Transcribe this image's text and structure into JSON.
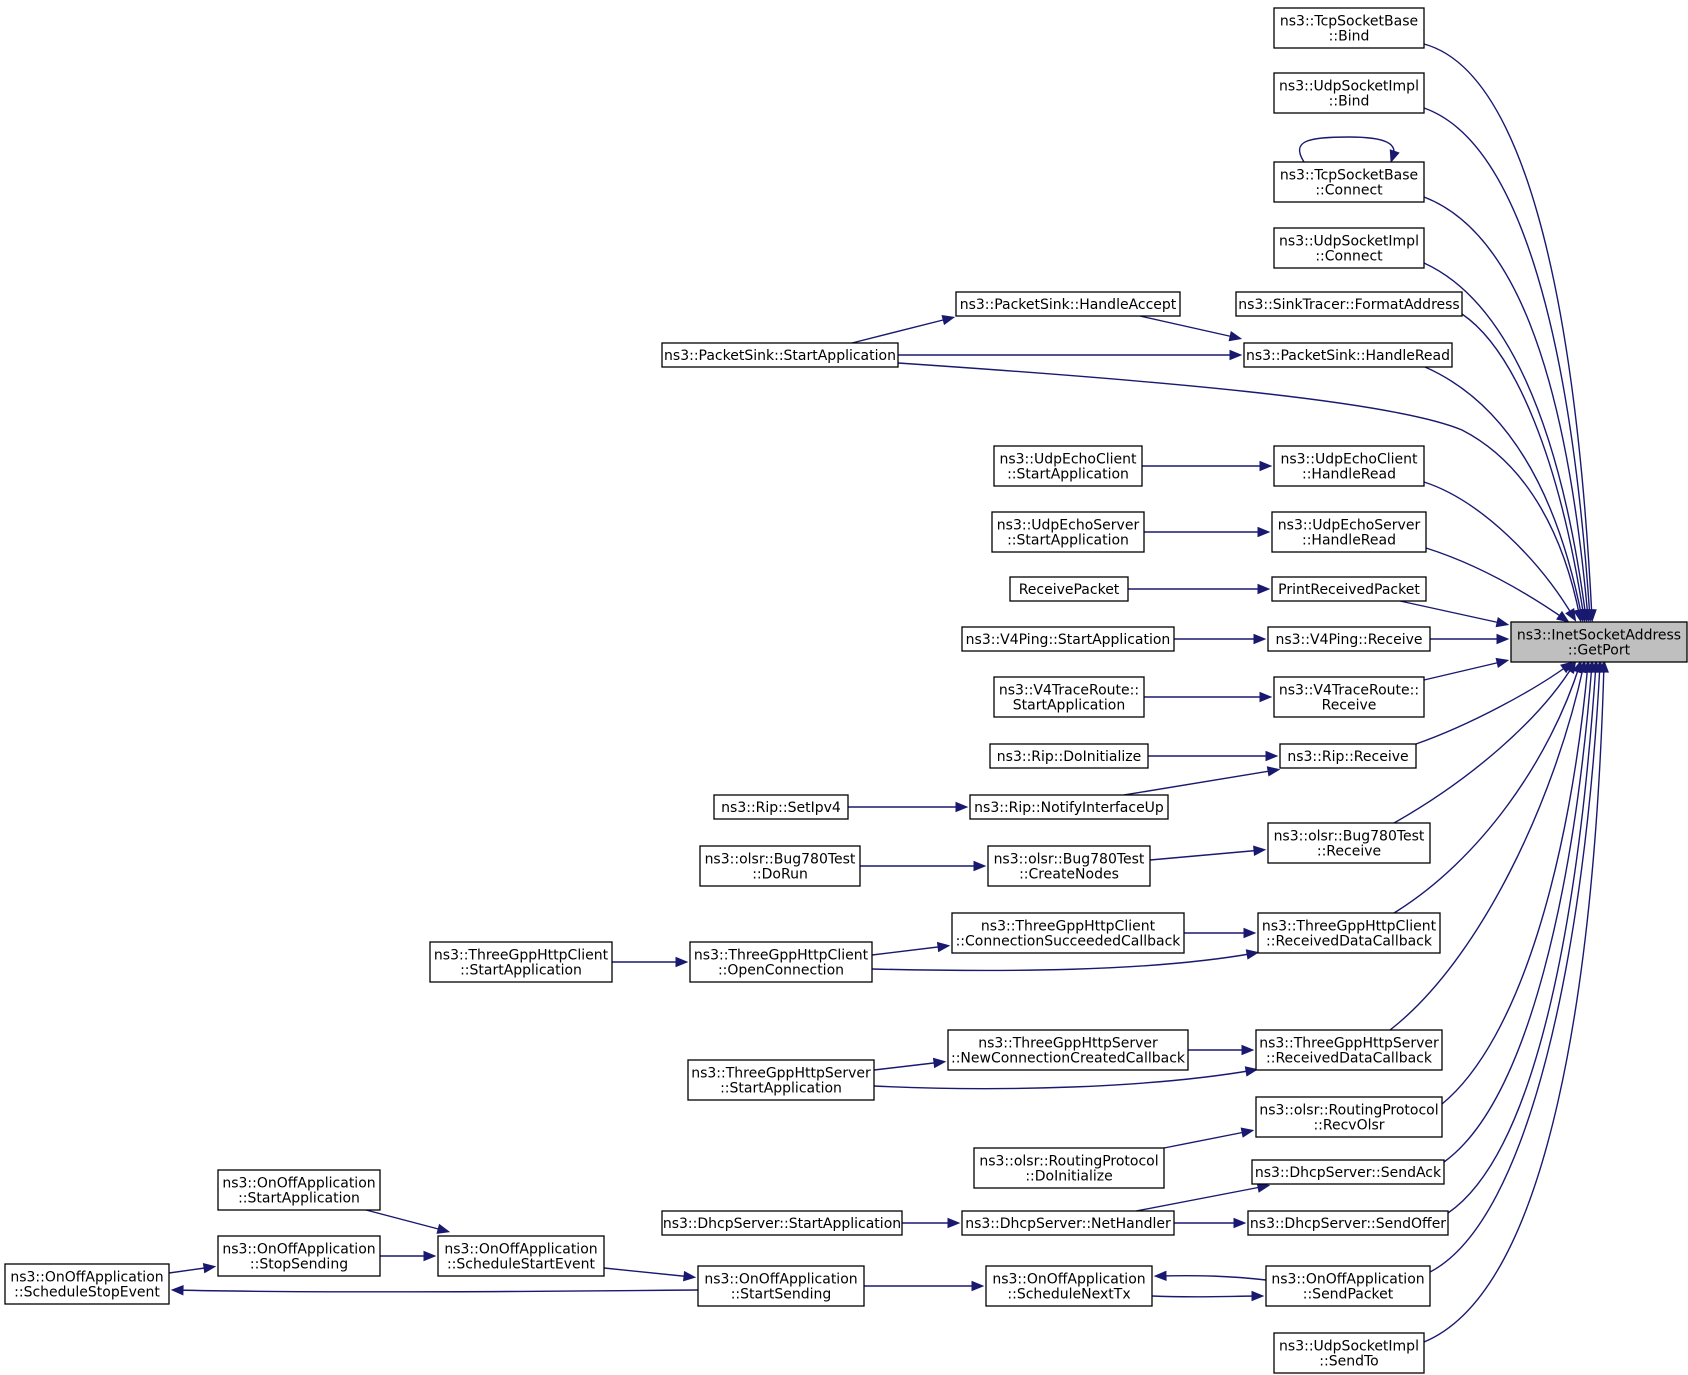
{
  "diagram": {
    "type": "doxygen-caller-graph",
    "colors": {
      "edge": "#191970",
      "root_fill": "#bfbfbf",
      "node_fill": "#ffffff",
      "border": "#000000"
    },
    "nodes": [
      {
        "id": "getport",
        "lines": [
          "ns3::InetSocketAddress",
          "::GetPort"
        ],
        "root": true
      },
      {
        "id": "tcpbind",
        "lines": [
          "ns3::TcpSocketBase",
          "::Bind"
        ]
      },
      {
        "id": "udpbind",
        "lines": [
          "ns3::UdpSocketImpl",
          "::Bind"
        ]
      },
      {
        "id": "tcpconnect",
        "lines": [
          "ns3::TcpSocketBase",
          "::Connect"
        ]
      },
      {
        "id": "udpconnect",
        "lines": [
          "ns3::UdpSocketImpl",
          "::Connect"
        ]
      },
      {
        "id": "sinkformat",
        "lines": [
          "ns3::SinkTracer::FormatAddress"
        ]
      },
      {
        "id": "pshandleaccept",
        "lines": [
          "ns3::PacketSink::HandleAccept"
        ]
      },
      {
        "id": "psstartapp",
        "lines": [
          "ns3::PacketSink::StartApplication"
        ]
      },
      {
        "id": "pshandleread",
        "lines": [
          "ns3::PacketSink::HandleRead"
        ]
      },
      {
        "id": "uecstart",
        "lines": [
          "ns3::UdpEchoClient",
          "::StartApplication"
        ]
      },
      {
        "id": "uechandle",
        "lines": [
          "ns3::UdpEchoClient",
          "::HandleRead"
        ]
      },
      {
        "id": "uesstart",
        "lines": [
          "ns3::UdpEchoServer",
          "::StartApplication"
        ]
      },
      {
        "id": "ueshandle",
        "lines": [
          "ns3::UdpEchoServer",
          "::HandleRead"
        ]
      },
      {
        "id": "receivepacket",
        "lines": [
          "ReceivePacket"
        ]
      },
      {
        "id": "printreceived",
        "lines": [
          "PrintReceivedPacket"
        ]
      },
      {
        "id": "v4pingstart",
        "lines": [
          "ns3::V4Ping::StartApplication"
        ]
      },
      {
        "id": "v4pingrecv",
        "lines": [
          "ns3::V4Ping::Receive"
        ]
      },
      {
        "id": "v4trstart",
        "lines": [
          "ns3::V4TraceRoute::",
          "StartApplication"
        ]
      },
      {
        "id": "v4trrecv",
        "lines": [
          "ns3::V4TraceRoute::",
          "Receive"
        ]
      },
      {
        "id": "ripinit",
        "lines": [
          "ns3::Rip::DoInitialize"
        ]
      },
      {
        "id": "riprecv",
        "lines": [
          "ns3::Rip::Receive"
        ]
      },
      {
        "id": "ripsetipv4",
        "lines": [
          "ns3::Rip::SetIpv4"
        ]
      },
      {
        "id": "ripnotify",
        "lines": [
          "ns3::Rip::NotifyInterfaceUp"
        ]
      },
      {
        "id": "bugdorun",
        "lines": [
          "ns3::olsr::Bug780Test",
          "::DoRun"
        ]
      },
      {
        "id": "bugcreate",
        "lines": [
          "ns3::olsr::Bug780Test",
          "::CreateNodes"
        ]
      },
      {
        "id": "bugrecv",
        "lines": [
          "ns3::olsr::Bug780Test",
          "::Receive"
        ]
      },
      {
        "id": "hcstart",
        "lines": [
          "ns3::ThreeGppHttpClient",
          "::StartApplication"
        ]
      },
      {
        "id": "hcopen",
        "lines": [
          "ns3::ThreeGppHttpClient",
          "::OpenConnection"
        ]
      },
      {
        "id": "hcconnsucc",
        "lines": [
          "ns3::ThreeGppHttpClient",
          "::ConnectionSucceededCallback"
        ]
      },
      {
        "id": "hcrecvdata",
        "lines": [
          "ns3::ThreeGppHttpClient",
          "::ReceivedDataCallback"
        ]
      },
      {
        "id": "hsstart",
        "lines": [
          "ns3::ThreeGppHttpServer",
          "::StartApplication"
        ]
      },
      {
        "id": "hsnewconn",
        "lines": [
          "ns3::ThreeGppHttpServer",
          "::NewConnectionCreatedCallback"
        ]
      },
      {
        "id": "hsrecvdata",
        "lines": [
          "ns3::ThreeGppHttpServer",
          "::ReceivedDataCallback"
        ]
      },
      {
        "id": "olsrrecv",
        "lines": [
          "ns3::olsr::RoutingProtocol",
          "::RecvOlsr"
        ]
      },
      {
        "id": "olsrinit",
        "lines": [
          "ns3::olsr::RoutingProtocol",
          "::DoInitialize"
        ]
      },
      {
        "id": "dhcpack",
        "lines": [
          "ns3::DhcpServer::SendAck"
        ]
      },
      {
        "id": "dhcpstart",
        "lines": [
          "ns3::DhcpServer::StartApplication"
        ]
      },
      {
        "id": "dhcpnet",
        "lines": [
          "ns3::DhcpServer::NetHandler"
        ]
      },
      {
        "id": "dhcpoffer",
        "lines": [
          "ns3::DhcpServer::SendOffer"
        ]
      },
      {
        "id": "oostartapp",
        "lines": [
          "ns3::OnOffApplication",
          "::StartApplication"
        ]
      },
      {
        "id": "oostopsend",
        "lines": [
          "ns3::OnOffApplication",
          "::StopSending"
        ]
      },
      {
        "id": "ooschedstart",
        "lines": [
          "ns3::OnOffApplication",
          "::ScheduleStartEvent"
        ]
      },
      {
        "id": "ooschedstop",
        "lines": [
          "ns3::OnOffApplication",
          "::ScheduleStopEvent"
        ]
      },
      {
        "id": "oostartsend",
        "lines": [
          "ns3::OnOffApplication",
          "::StartSending"
        ]
      },
      {
        "id": "ooschednext",
        "lines": [
          "ns3::OnOffApplication",
          "::ScheduleNextTx"
        ]
      },
      {
        "id": "oosendpkt",
        "lines": [
          "ns3::OnOffApplication",
          "::SendPacket"
        ]
      },
      {
        "id": "udpsendto",
        "lines": [
          "ns3::UdpSocketImpl",
          "::SendTo"
        ]
      }
    ],
    "edges": [
      [
        "tcpbind",
        "getport"
      ],
      [
        "udpbind",
        "getport"
      ],
      [
        "tcpconnect",
        "getport"
      ],
      [
        "tcpconnect",
        "tcpconnect"
      ],
      [
        "udpconnect",
        "getport"
      ],
      [
        "sinkformat",
        "getport"
      ],
      [
        "psstartapp",
        "pshandleaccept"
      ],
      [
        "pshandleaccept",
        "pshandleread"
      ],
      [
        "psstartapp",
        "pshandleread"
      ],
      [
        "pshandleread",
        "getport"
      ],
      [
        "psstartapp",
        "getport"
      ],
      [
        "uecstart",
        "uechandle"
      ],
      [
        "uechandle",
        "getport"
      ],
      [
        "uesstart",
        "ueshandle"
      ],
      [
        "ueshandle",
        "getport"
      ],
      [
        "receivepacket",
        "printreceived"
      ],
      [
        "printreceived",
        "getport"
      ],
      [
        "v4pingstart",
        "v4pingrecv"
      ],
      [
        "v4pingrecv",
        "getport"
      ],
      [
        "v4trstart",
        "v4trrecv"
      ],
      [
        "v4trrecv",
        "getport"
      ],
      [
        "ripinit",
        "riprecv"
      ],
      [
        "ripsetipv4",
        "ripnotify"
      ],
      [
        "ripnotify",
        "riprecv"
      ],
      [
        "riprecv",
        "getport"
      ],
      [
        "bugdorun",
        "bugcreate"
      ],
      [
        "bugcreate",
        "bugrecv"
      ],
      [
        "bugrecv",
        "getport"
      ],
      [
        "hcstart",
        "hcopen"
      ],
      [
        "hcopen",
        "hcconnsucc"
      ],
      [
        "hcconnsucc",
        "hcrecvdata"
      ],
      [
        "hcopen",
        "hcrecvdata"
      ],
      [
        "hcrecvdata",
        "getport"
      ],
      [
        "hsstart",
        "hsnewconn"
      ],
      [
        "hsnewconn",
        "hsrecvdata"
      ],
      [
        "hsstart",
        "hsrecvdata"
      ],
      [
        "hsrecvdata",
        "getport"
      ],
      [
        "olsrinit",
        "olsrrecv"
      ],
      [
        "olsrrecv",
        "getport"
      ],
      [
        "dhcpstart",
        "dhcpnet"
      ],
      [
        "dhcpnet",
        "dhcpack"
      ],
      [
        "dhcpnet",
        "dhcpoffer"
      ],
      [
        "dhcpack",
        "getport"
      ],
      [
        "dhcpoffer",
        "getport"
      ],
      [
        "oostartapp",
        "ooschedstart"
      ],
      [
        "oostopsend",
        "ooschedstart"
      ],
      [
        "ooschedstop",
        "oostopsend"
      ],
      [
        "ooschedstart",
        "oostartsend"
      ],
      [
        "oostartsend",
        "ooschedstop"
      ],
      [
        "oostartsend",
        "ooschednext"
      ],
      [
        "ooschednext",
        "oosendpkt"
      ],
      [
        "oosendpkt",
        "ooschednext"
      ],
      [
        "oosendpkt",
        "getport"
      ],
      [
        "udpsendto",
        "getport"
      ]
    ]
  }
}
